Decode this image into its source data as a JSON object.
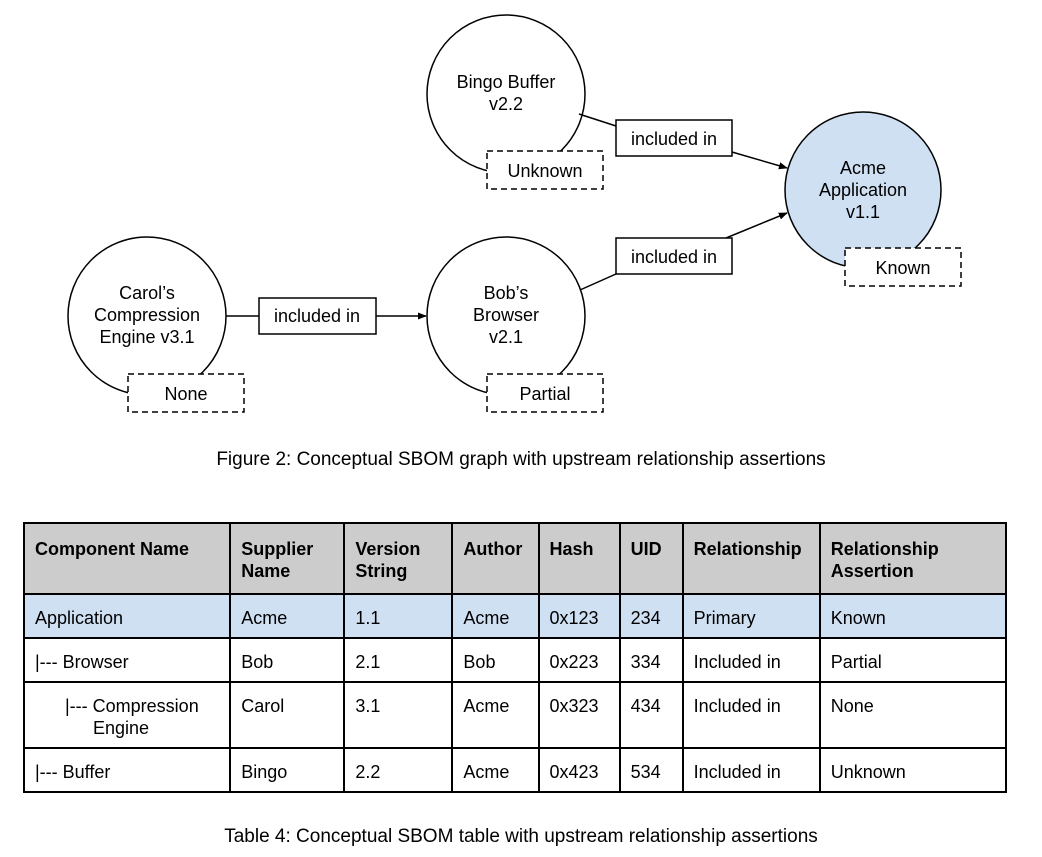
{
  "figure": {
    "nodes": {
      "bingo": {
        "line1": "Bingo Buffer",
        "line2": "v2.2",
        "assertion": "Unknown"
      },
      "acme": {
        "line1": "Acme",
        "line2": "Application",
        "line3": "v1.1",
        "assertion": "Known",
        "fill": "#cfe0f3"
      },
      "carol": {
        "line1": "Carol’s",
        "line2": "Compression",
        "line3": "Engine v3.1",
        "assertion": "None"
      },
      "bob": {
        "line1": "Bob’s",
        "line2": "Browser",
        "line3": "v2.1",
        "assertion": "Partial"
      }
    },
    "edges": {
      "bingo_acme": "included in",
      "bob_acme": "included in",
      "carol_bob": "included in"
    },
    "caption": "Figure 2: Conceptual SBOM graph with upstream relationship assertions"
  },
  "table": {
    "headers": {
      "component": "Component Name",
      "supplier": "Supplier Name",
      "version": "Version String",
      "author": "Author",
      "hash": "Hash",
      "uid": "UID",
      "relationship": "Relationship",
      "assertion": "Relationship Assertion"
    },
    "rows": [
      {
        "component": "Application",
        "supplier": "Acme",
        "version": "1.1",
        "author": "Acme",
        "hash": "0x123",
        "uid": "234",
        "relationship": "Primary",
        "assertion": "Known"
      },
      {
        "component": "|--- Browser",
        "supplier": "Bob",
        "version": "2.1",
        "author": "Bob",
        "hash": "0x223",
        "uid": "334",
        "relationship": "Included in",
        "assertion": "Partial"
      },
      {
        "component": "|--- Compression Engine",
        "supplier": "Carol",
        "version": "3.1",
        "author": "Acme",
        "hash": "0x323",
        "uid": "434",
        "relationship": "Included in",
        "assertion": "None"
      },
      {
        "component": "|--- Buffer",
        "supplier": "Bingo",
        "version": "2.2",
        "author": "Acme",
        "hash": "0x423",
        "uid": "534",
        "relationship": "Included in",
        "assertion": "Unknown"
      }
    ],
    "highlight_color": "#cfe0f3",
    "header_color": "#cccccc",
    "caption": "Table 4: Conceptual SBOM table with upstream relationship assertions"
  }
}
